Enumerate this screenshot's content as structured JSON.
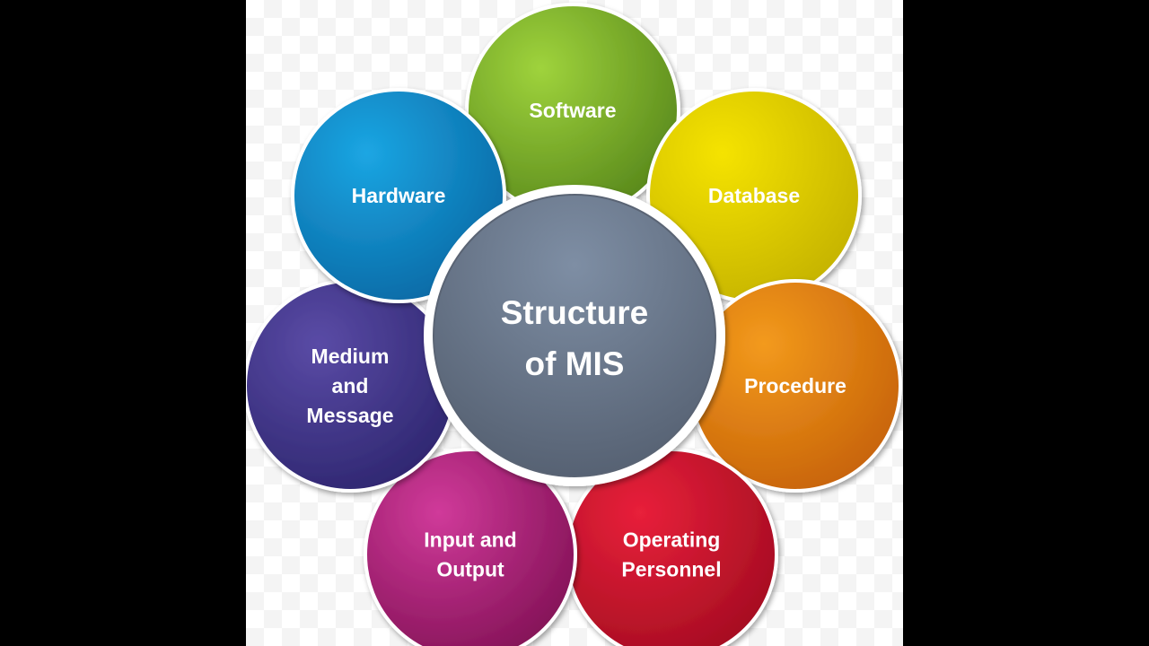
{
  "center": {
    "lines": [
      "Structure",
      "of MIS"
    ],
    "color_top": "#7e8ea4",
    "color_bottom": "#545f70"
  },
  "petals": [
    {
      "lines": [
        "Software"
      ],
      "color_light": "#9fd33c",
      "color_dark": "#5a8a1c"
    },
    {
      "lines": [
        "Database"
      ],
      "color_light": "#f5e300",
      "color_dark": "#c6b400"
    },
    {
      "lines": [
        "Procedure"
      ],
      "color_light": "#f39a1c",
      "color_dark": "#c8640a"
    },
    {
      "lines": [
        "Operating",
        "Personnel"
      ],
      "color_light": "#e8203a",
      "color_dark": "#a60d22"
    },
    {
      "lines": [
        "Input and",
        "Output"
      ],
      "color_light": "#d03a9a",
      "color_dark": "#851358"
    },
    {
      "lines": [
        "Medium",
        "and",
        "Message"
      ],
      "color_light": "#5a4ba6",
      "color_dark": "#2f2771"
    },
    {
      "lines": [
        "Hardware"
      ],
      "color_light": "#1ba6e3",
      "color_dark": "#0a6aa6"
    }
  ]
}
